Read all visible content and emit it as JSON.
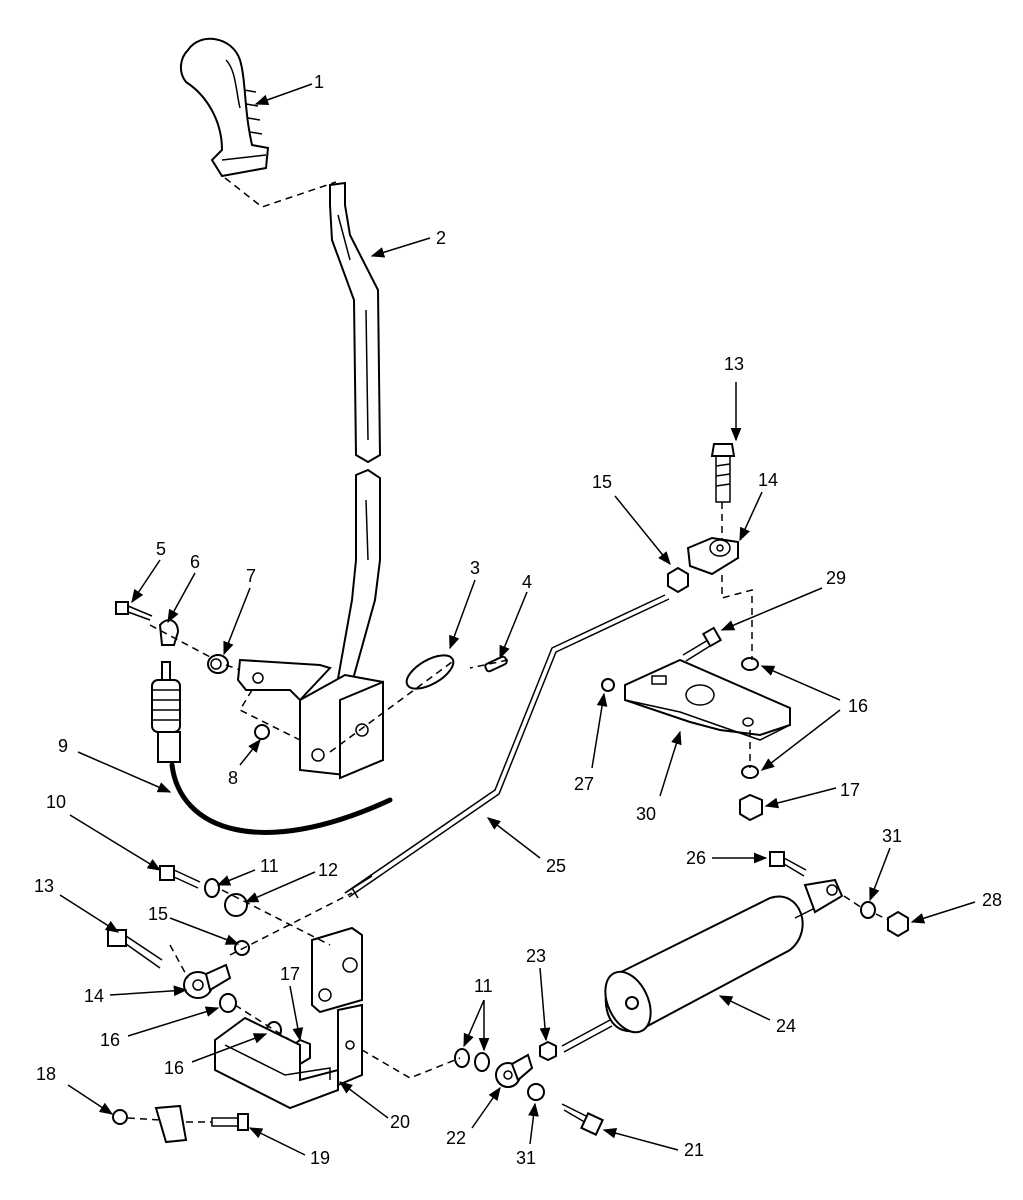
{
  "diagram": {
    "callouts": [
      {
        "id": "c1",
        "label": "1"
      },
      {
        "id": "c2",
        "label": "2"
      },
      {
        "id": "c3",
        "label": "3"
      },
      {
        "id": "c4",
        "label": "4"
      },
      {
        "id": "c5",
        "label": "5"
      },
      {
        "id": "c6",
        "label": "6"
      },
      {
        "id": "c7",
        "label": "7"
      },
      {
        "id": "c8",
        "label": "8"
      },
      {
        "id": "c9",
        "label": "9"
      },
      {
        "id": "c10",
        "label": "10"
      },
      {
        "id": "c11a",
        "label": "11"
      },
      {
        "id": "c12",
        "label": "12"
      },
      {
        "id": "c13a",
        "label": "13"
      },
      {
        "id": "c14a",
        "label": "14"
      },
      {
        "id": "c15a",
        "label": "15"
      },
      {
        "id": "c16a",
        "label": "16"
      },
      {
        "id": "c16b",
        "label": "16"
      },
      {
        "id": "c17a",
        "label": "17"
      },
      {
        "id": "c18",
        "label": "18"
      },
      {
        "id": "c19",
        "label": "19"
      },
      {
        "id": "c20",
        "label": "20"
      },
      {
        "id": "c11b",
        "label": "11"
      },
      {
        "id": "c22",
        "label": "22"
      },
      {
        "id": "c23",
        "label": "23"
      },
      {
        "id": "c31a",
        "label": "31"
      },
      {
        "id": "c21",
        "label": "21"
      },
      {
        "id": "c24",
        "label": "24"
      },
      {
        "id": "c25",
        "label": "25"
      },
      {
        "id": "c26",
        "label": "26"
      },
      {
        "id": "c31b",
        "label": "31"
      },
      {
        "id": "c28",
        "label": "28"
      },
      {
        "id": "c13b",
        "label": "13"
      },
      {
        "id": "c14b",
        "label": "14"
      },
      {
        "id": "c15b",
        "label": "15"
      },
      {
        "id": "c29",
        "label": "29"
      },
      {
        "id": "c16c",
        "label": "16"
      },
      {
        "id": "c27",
        "label": "27"
      },
      {
        "id": "c30",
        "label": "30"
      },
      {
        "id": "c17b",
        "label": "17"
      }
    ]
  }
}
